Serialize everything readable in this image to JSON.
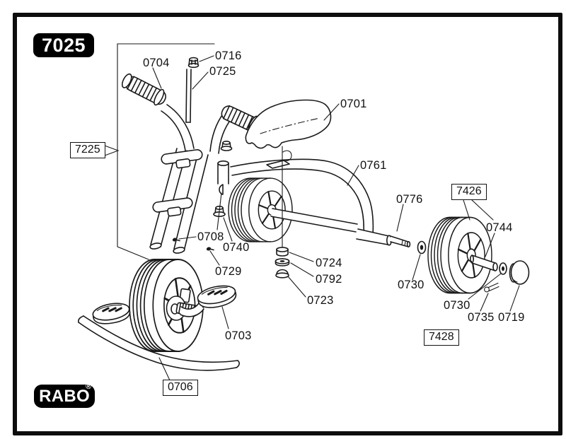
{
  "header": {
    "model": "7025"
  },
  "footer": {
    "brand": "RABO",
    "registered": "®"
  },
  "parts": {
    "p0701": "0701",
    "p0703": "0703",
    "p0704": "0704",
    "p0706": "0706",
    "p0708": "0708",
    "p0716": "0716",
    "p0719": "0719",
    "p0723": "0723",
    "p0724": "0724",
    "p0725": "0725",
    "p0729": "0729",
    "p0730": "0730",
    "p0735": "0735",
    "p0740": "0740",
    "p0744": "0744",
    "p0761": "0761",
    "p0776": "0776",
    "p0792": "0792",
    "p7225": "7225",
    "p7426": "7426",
    "p7428": "7428"
  },
  "colors": {
    "ink": "#1a1a1a",
    "paper": "#ffffff",
    "badge_bg": "#000000",
    "badge_fg": "#ffffff"
  }
}
